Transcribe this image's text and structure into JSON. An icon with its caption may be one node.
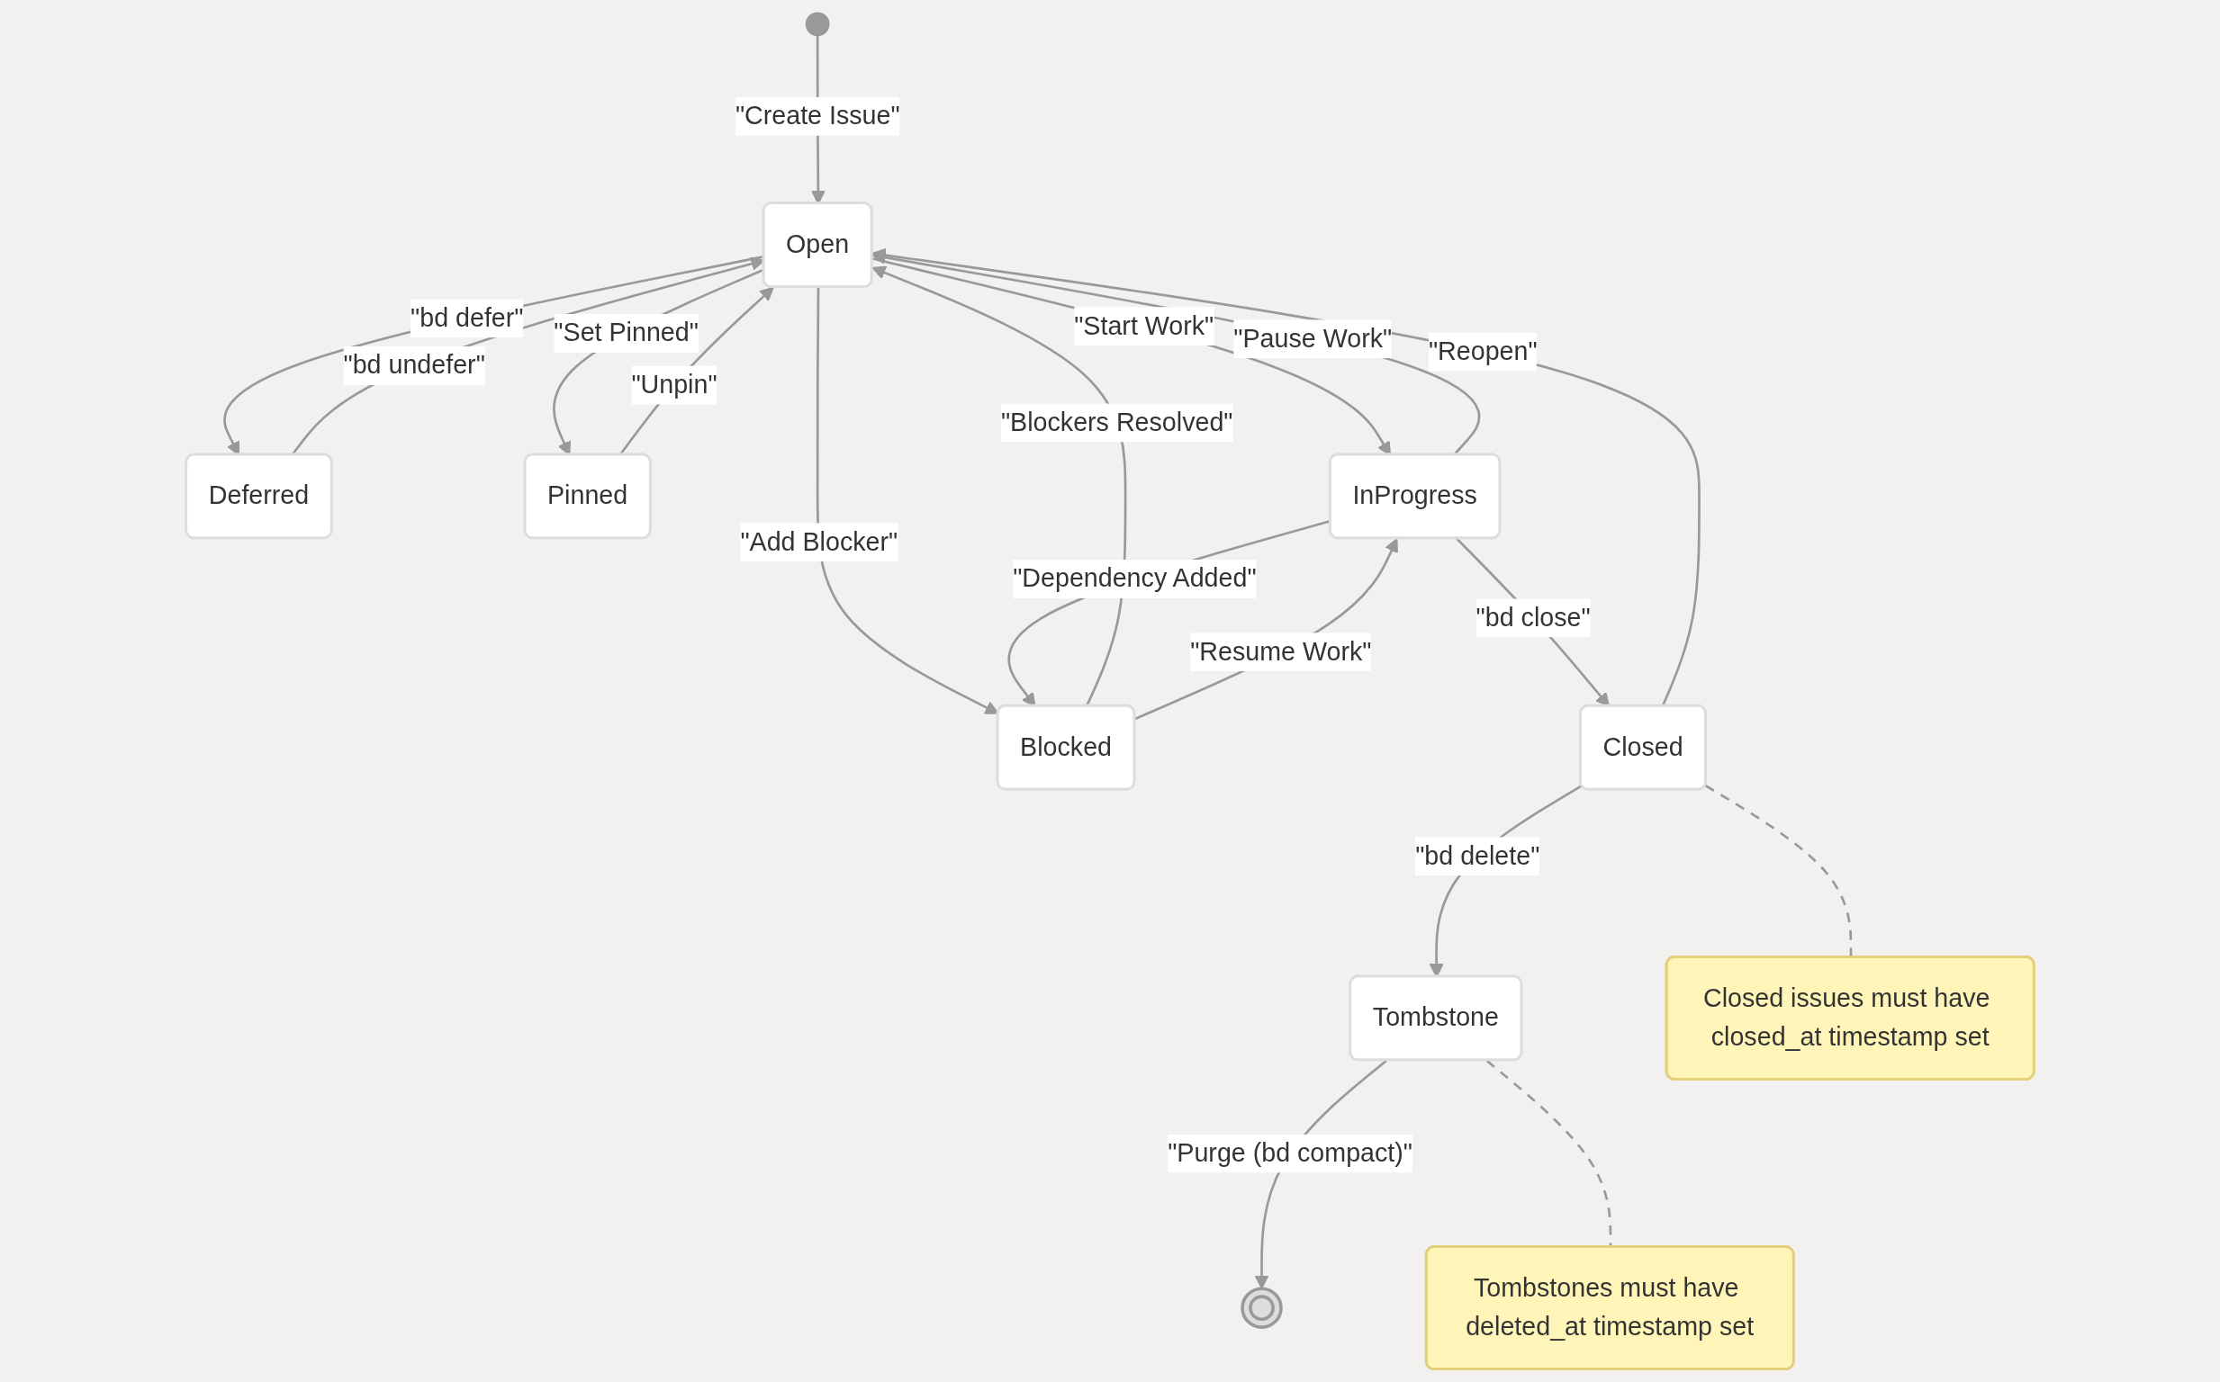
{
  "diagram": {
    "nodes": [
      {
        "text": [],
        "shape": "circle"
      },
      {
        "text": [
          "Open"
        ]
      },
      {
        "text": [
          "Deferred"
        ]
      },
      {
        "text": [
          "Pinned"
        ]
      },
      {
        "text": [
          "InProgress"
        ]
      },
      {
        "text": [
          "Blocked"
        ]
      },
      {
        "text": [
          "Closed"
        ]
      },
      {
        "text": [
          "Tombstone"
        ]
      },
      {
        "text": [],
        "shape": "circle"
      },
      {
        "text": [
          "Closed issues must have closed_at timestamp set"
        ]
      },
      {
        "text": [
          "Tombstones must have deleted_at timestamp set"
        ]
      }
    ],
    "edges": [
      {
        "from": 0,
        "to": 1,
        "arrow": "to",
        "label": "\"Create Issue\""
      },
      {
        "from": 1,
        "to": 2,
        "arrow": "to",
        "label": "\"bd defer\""
      },
      {
        "from": 2,
        "to": 1,
        "arrow": "to",
        "label": "\"bd undefer\""
      },
      {
        "from": 1,
        "to": 3,
        "arrow": "to",
        "label": "\"Set Pinned\""
      },
      {
        "from": 3,
        "to": 1,
        "arrow": "to",
        "label": "\"Unpin\""
      },
      {
        "from": 1,
        "to": 4,
        "arrow": "to",
        "label": "\"Start Work\""
      },
      {
        "from": 4,
        "to": 1,
        "arrow": "to",
        "label": "\"Pause Work\""
      },
      {
        "from": 1,
        "to": 5,
        "arrow": "to",
        "label": "\"Add Blocker\""
      },
      {
        "from": 5,
        "to": 1,
        "arrow": "to",
        "label": "\"Blockers Resolved\""
      },
      {
        "from": 4,
        "to": 5,
        "arrow": "to",
        "label": "\"Dependency Added\""
      },
      {
        "from": 5,
        "to": 4,
        "arrow": "to",
        "label": "\"Resume Work\""
      },
      {
        "from": 4,
        "to": 6,
        "arrow": "to",
        "label": "\"bd close\""
      },
      {
        "from": 6,
        "to": 1,
        "arrow": "to",
        "label": "\"Reopen\""
      },
      {
        "from": 6,
        "to": 7,
        "arrow": "to",
        "label": "\"bd delete\""
      },
      {
        "from": 7,
        "to": 8,
        "arrow": "to",
        "label": "\"Purge (bd compact)\""
      },
      {
        "from": 6,
        "to": 9,
        "arrow": "none",
        "style": "dashed"
      },
      {
        "from": 7,
        "to": 10,
        "arrow": "none",
        "style": "dashed"
      }
    ]
  }
}
